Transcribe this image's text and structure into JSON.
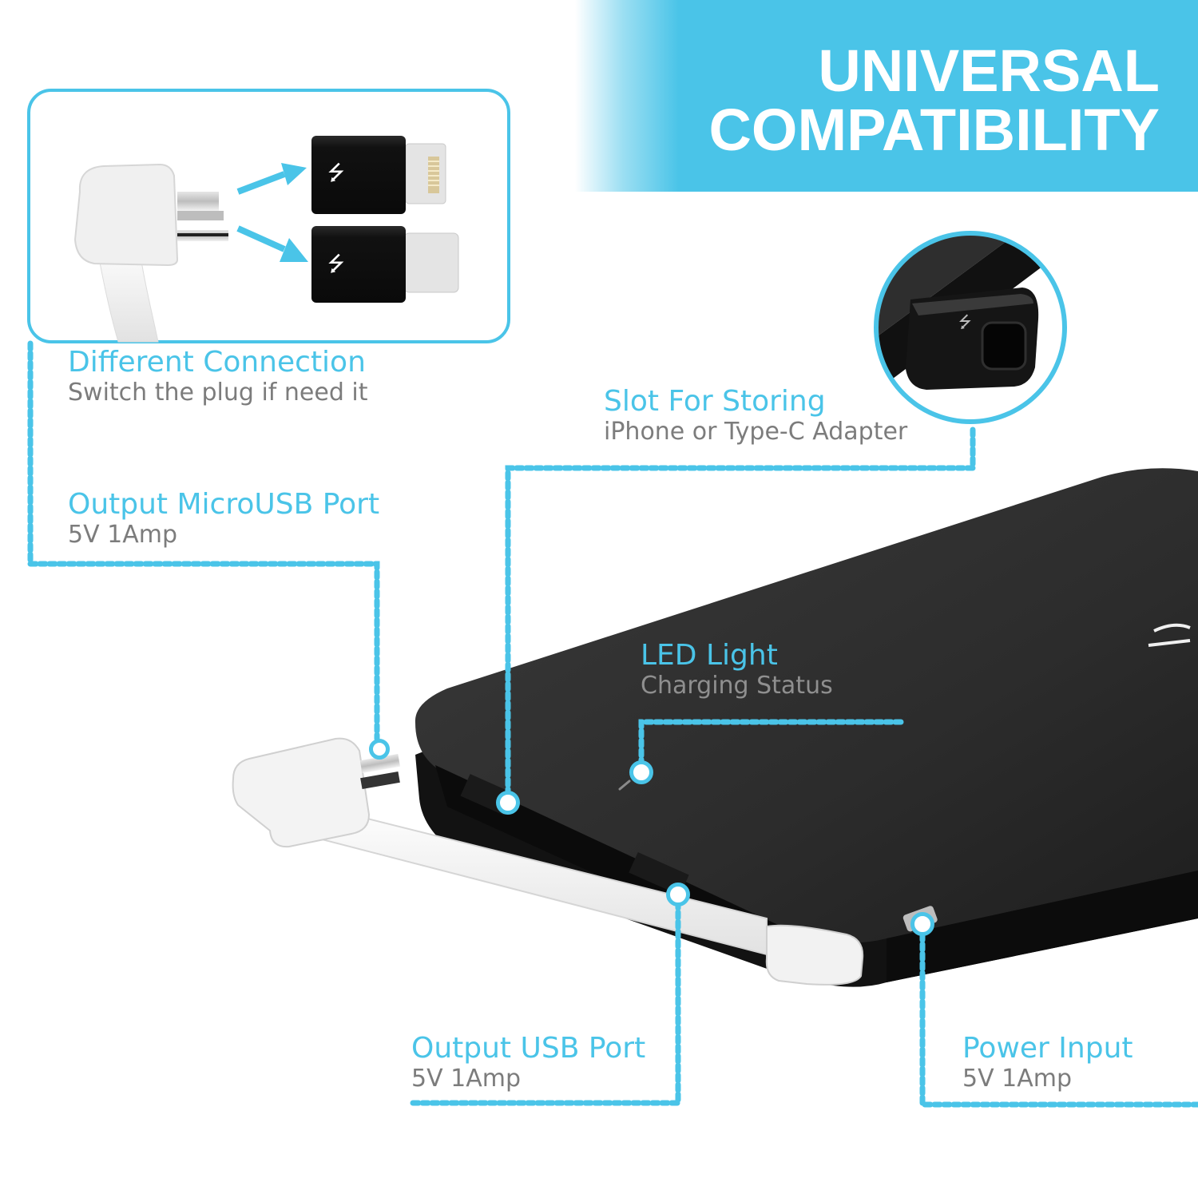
{
  "banner": {
    "line1": "UNIVERSAL",
    "line2": "COMPATIBILITY",
    "color": "#4ac4e8"
  },
  "callouts": {
    "different_connection": {
      "title": "Different Connection",
      "subtitle": "Switch the plug if need it"
    },
    "output_microusb": {
      "title": "Output MicroUSB Port",
      "subtitle": "5V 1Amp"
    },
    "slot_storing": {
      "title": "Slot For Storing",
      "subtitle": "iPhone or Type-C Adapter"
    },
    "led_light": {
      "title": "LED Light",
      "subtitle": "Charging Status"
    },
    "output_usb": {
      "title": "Output USB Port",
      "subtitle": "5V 1Amp"
    },
    "power_input": {
      "title": "Power Input",
      "subtitle": "5V 1Amp"
    }
  },
  "adapters": [
    {
      "type": "lightning",
      "icon": "usb-icon"
    },
    {
      "type": "type-c",
      "icon": "usb-icon"
    }
  ],
  "colors": {
    "accent": "#4ac4e8",
    "body_text": "#7c7c7c",
    "device": "#2b2b2b"
  }
}
